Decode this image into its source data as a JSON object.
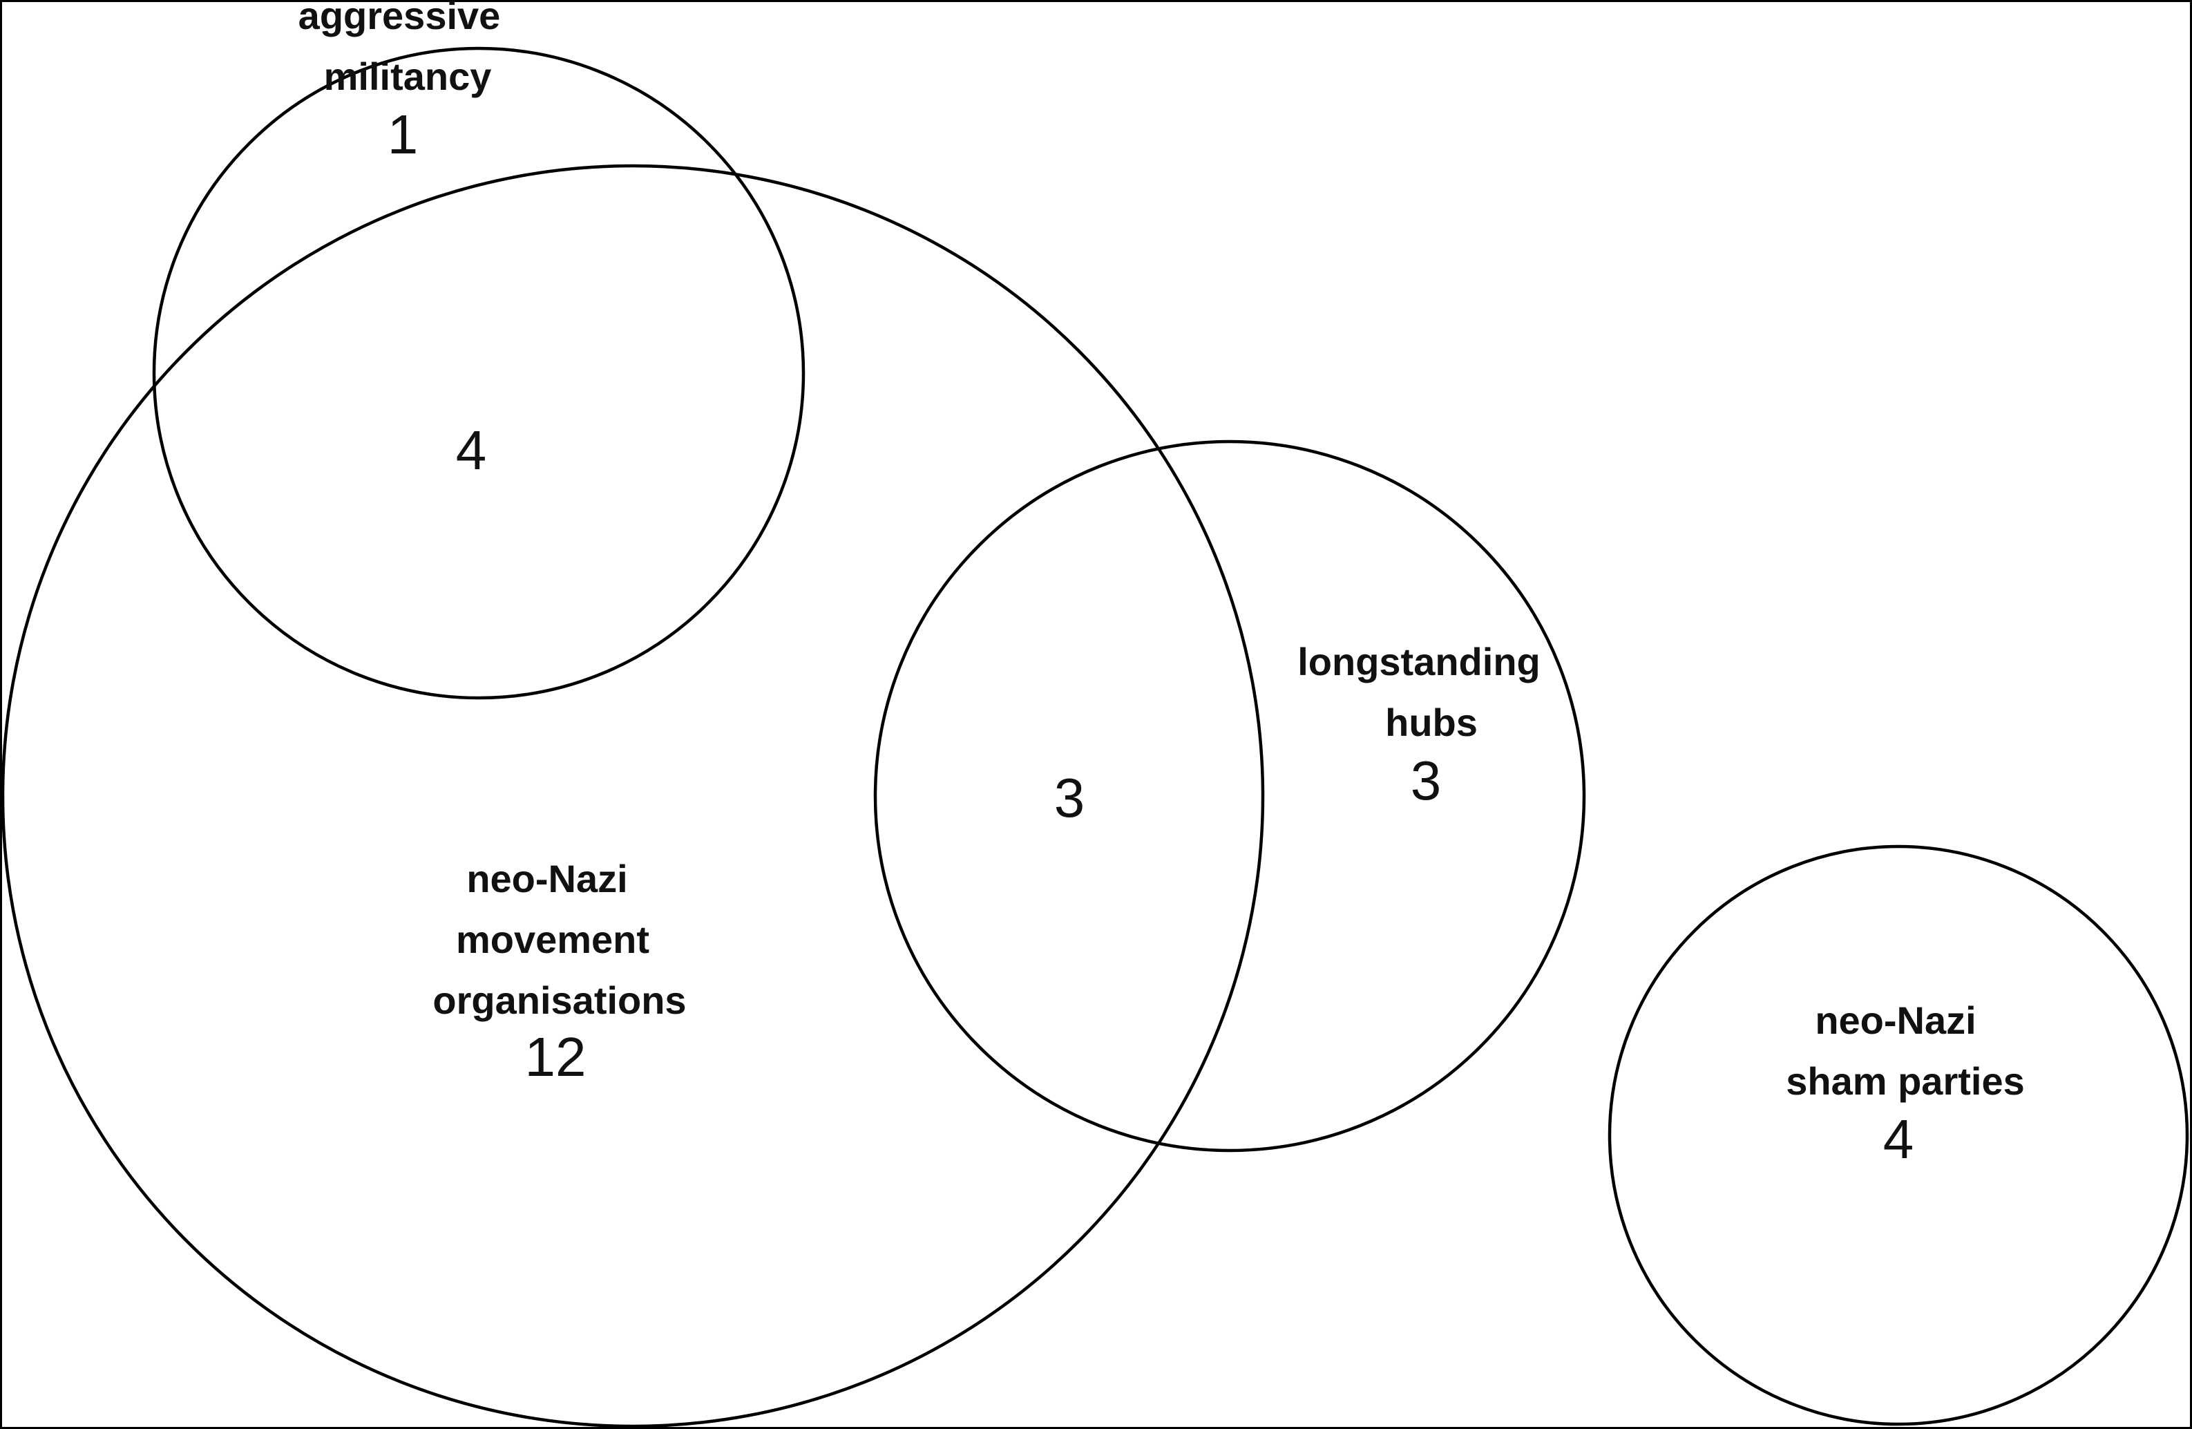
{
  "sets": {
    "aggressive_militancy": {
      "label_lines": [
        "aggressive",
        "militancy"
      ],
      "count": "1"
    },
    "neo_nazi_movement": {
      "label_lines": [
        "neo-Nazi",
        "movement",
        "organisations"
      ],
      "count": "12"
    },
    "longstanding_hubs": {
      "label_lines": [
        "longstanding",
        "hubs"
      ],
      "count": "3"
    },
    "neo_nazi_sham_parties": {
      "label_lines": [
        "neo-Nazi",
        "sham parties"
      ],
      "count": "4"
    }
  },
  "intersections": {
    "militancy_and_movement": "4",
    "movement_and_hubs": "3"
  },
  "colors": {
    "stroke": "#000000",
    "text": "#111111",
    "background": "#ffffff"
  }
}
